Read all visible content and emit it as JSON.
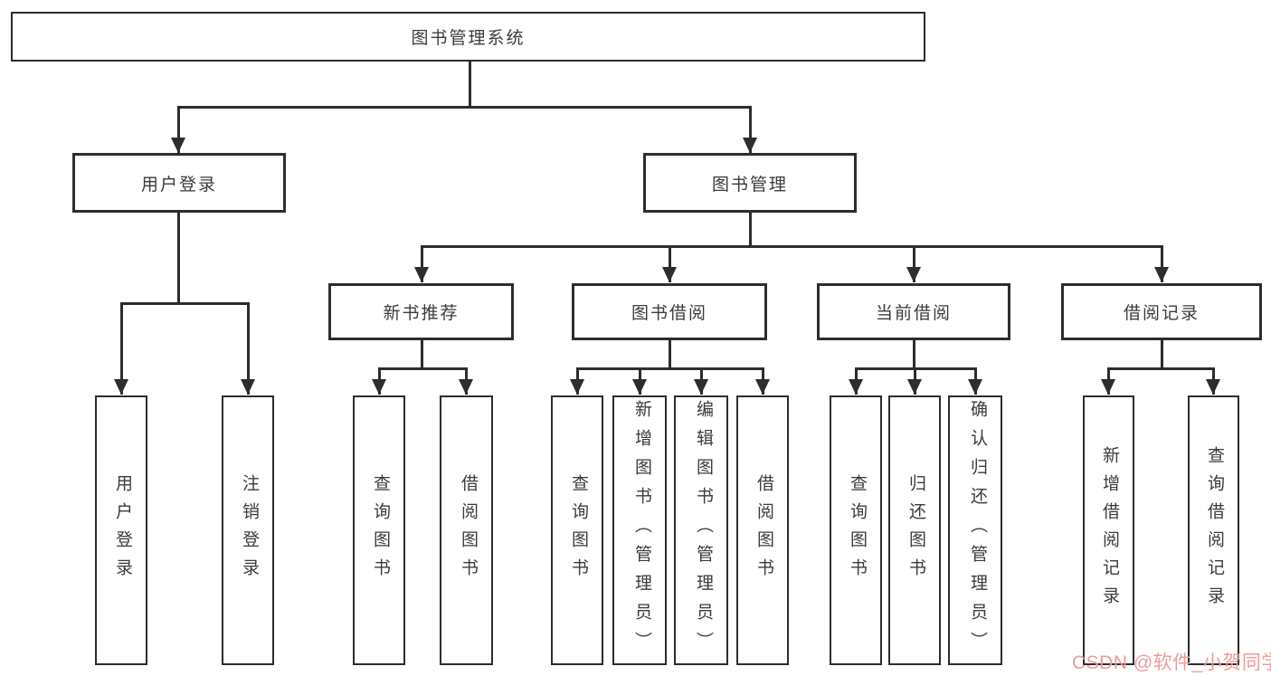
{
  "diagram": {
    "title": "图书管理系统",
    "branches": [
      {
        "label": "用户登录",
        "children": [
          {
            "label": "用户登录"
          },
          {
            "label": "注销登录"
          }
        ]
      },
      {
        "label": "图书管理",
        "children": [
          {
            "label": "新书推荐",
            "children": [
              {
                "label": "查询图书"
              },
              {
                "label": "借阅图书"
              }
            ]
          },
          {
            "label": "图书借阅",
            "children": [
              {
                "label": "查询图书"
              },
              {
                "label": "新增图书（管理员）"
              },
              {
                "label": "编辑图书（管理员）"
              },
              {
                "label": "借阅图书"
              }
            ]
          },
          {
            "label": "当前借阅",
            "children": [
              {
                "label": "查询图书"
              },
              {
                "label": "归还图书"
              },
              {
                "label": "确认归还（管理员）"
              }
            ]
          },
          {
            "label": "借阅记录",
            "children": [
              {
                "label": "新增借阅记录"
              },
              {
                "label": "查询借阅记录"
              }
            ]
          }
        ]
      }
    ]
  },
  "watermark": {
    "text": "CSDN @软件_小贺同学",
    "color": "#f09b9b"
  },
  "colors": {
    "line": "#2d2d2d",
    "text": "#3b3b3b",
    "background": "#ffffff"
  }
}
